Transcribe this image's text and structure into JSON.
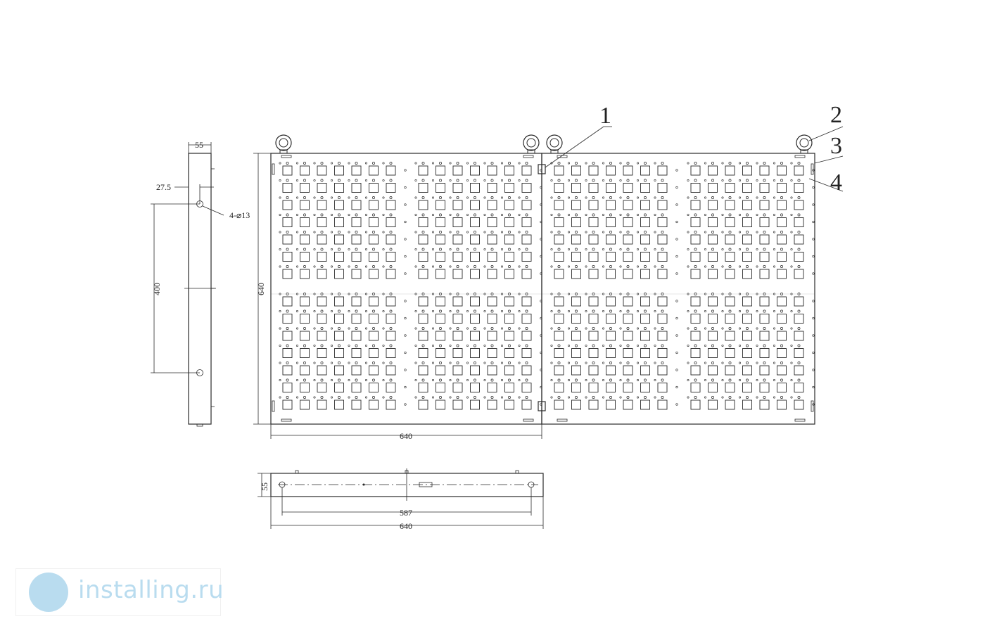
{
  "dimensions": {
    "side_width": "55",
    "side_offset": "27.5",
    "hole_spec": "4-⌀13",
    "hole_spacing": "400",
    "panel_height": "640",
    "panel_width": "640",
    "bottom_height": "55",
    "bottom_hole_spacing": "587",
    "bottom_width": "640"
  },
  "callouts": [
    "1",
    "2",
    "3",
    "4"
  ],
  "watermark": {
    "text": "installing.ru",
    "color": "#b9dcef",
    "icon": "globe-logo-icon"
  }
}
